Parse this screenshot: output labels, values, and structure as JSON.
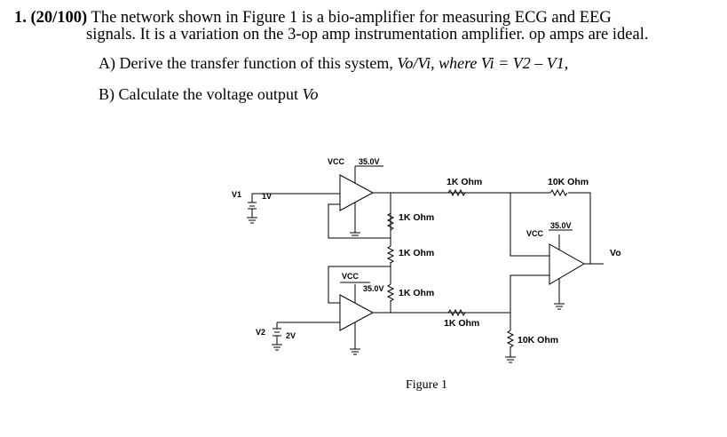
{
  "question": {
    "number": "1.",
    "points": "(20/100)",
    "line1_rest": "The network shown in Figure 1 is a bio-amplifier for measuring ECG and EEG",
    "line2": "signals. It is a variation on the 3-op amp instrumentation amplifier. op amps are ideal.",
    "part_a_prefix": "A) Derive the transfer function of this system, ",
    "part_a_expr": "Vo/Vi, where Vi = V2 – V1,",
    "part_b_prefix": "B) Calculate the voltage output ",
    "part_b_var": "Vo"
  },
  "circuit": {
    "vcc_top": "VCC",
    "vcc_top_value": "35.0V",
    "v1_label": "V1",
    "v1_value": "1V",
    "v2_label": "V2",
    "v2_value": "2V",
    "vcc_mid": "VCC",
    "vcc_mid_value": "35.0V",
    "r_gain1": "1K Ohm",
    "r_gain2": "1K Ohm",
    "r_gain3": "1K Ohm",
    "r_top_in": "1K Ohm",
    "r_feedback": "10K Ohm",
    "r_bottom_in": "1K Ohm",
    "r_ground": "10K Ohm",
    "vcc_right": "VCC",
    "vcc_right_value": "35.0V",
    "output_label": "Vo"
  },
  "figure_caption": "Figure 1"
}
